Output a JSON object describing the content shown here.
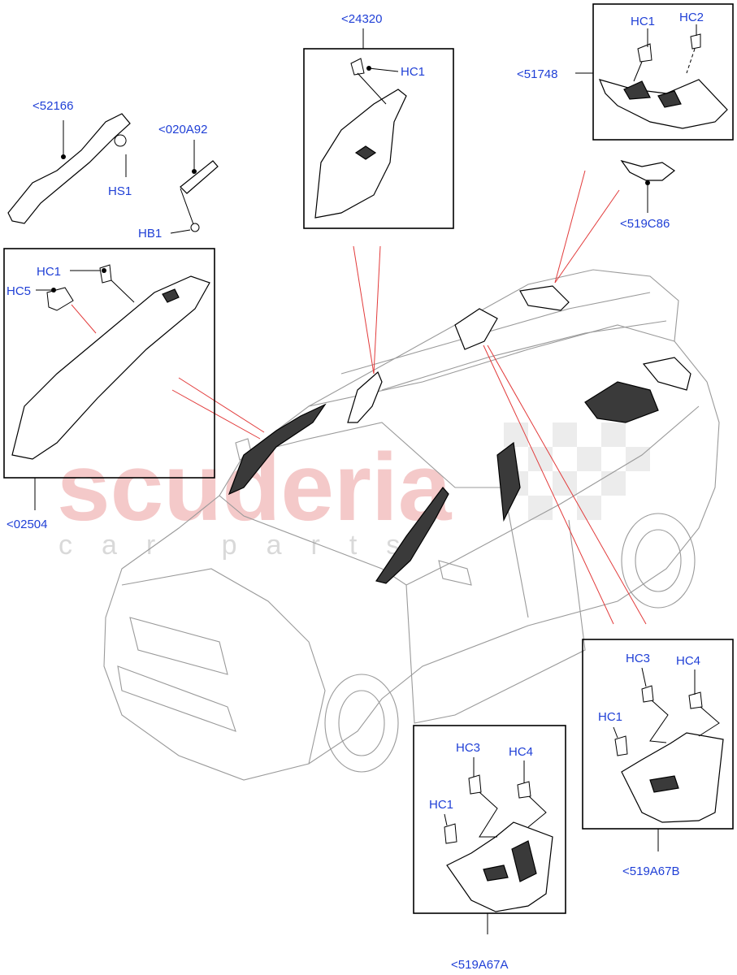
{
  "diagram": {
    "watermark": {
      "brand": "scuderia",
      "sub": "car parts"
    },
    "callouts": {
      "c52166": "<52166",
      "c020A92": "<020A92",
      "c24320": "<24320",
      "c51748": "<51748",
      "c519C86": "<519C86",
      "c02504": "<02504",
      "c519A67B": "<519A67B",
      "c519A67A": "<519A67A"
    },
    "labels": {
      "hs1": "HS1",
      "hb1": "HB1",
      "hc1": "HC1",
      "hc2": "HC2",
      "hc3": "HC3",
      "hc4": "HC4",
      "hc5": "HC5"
    }
  }
}
